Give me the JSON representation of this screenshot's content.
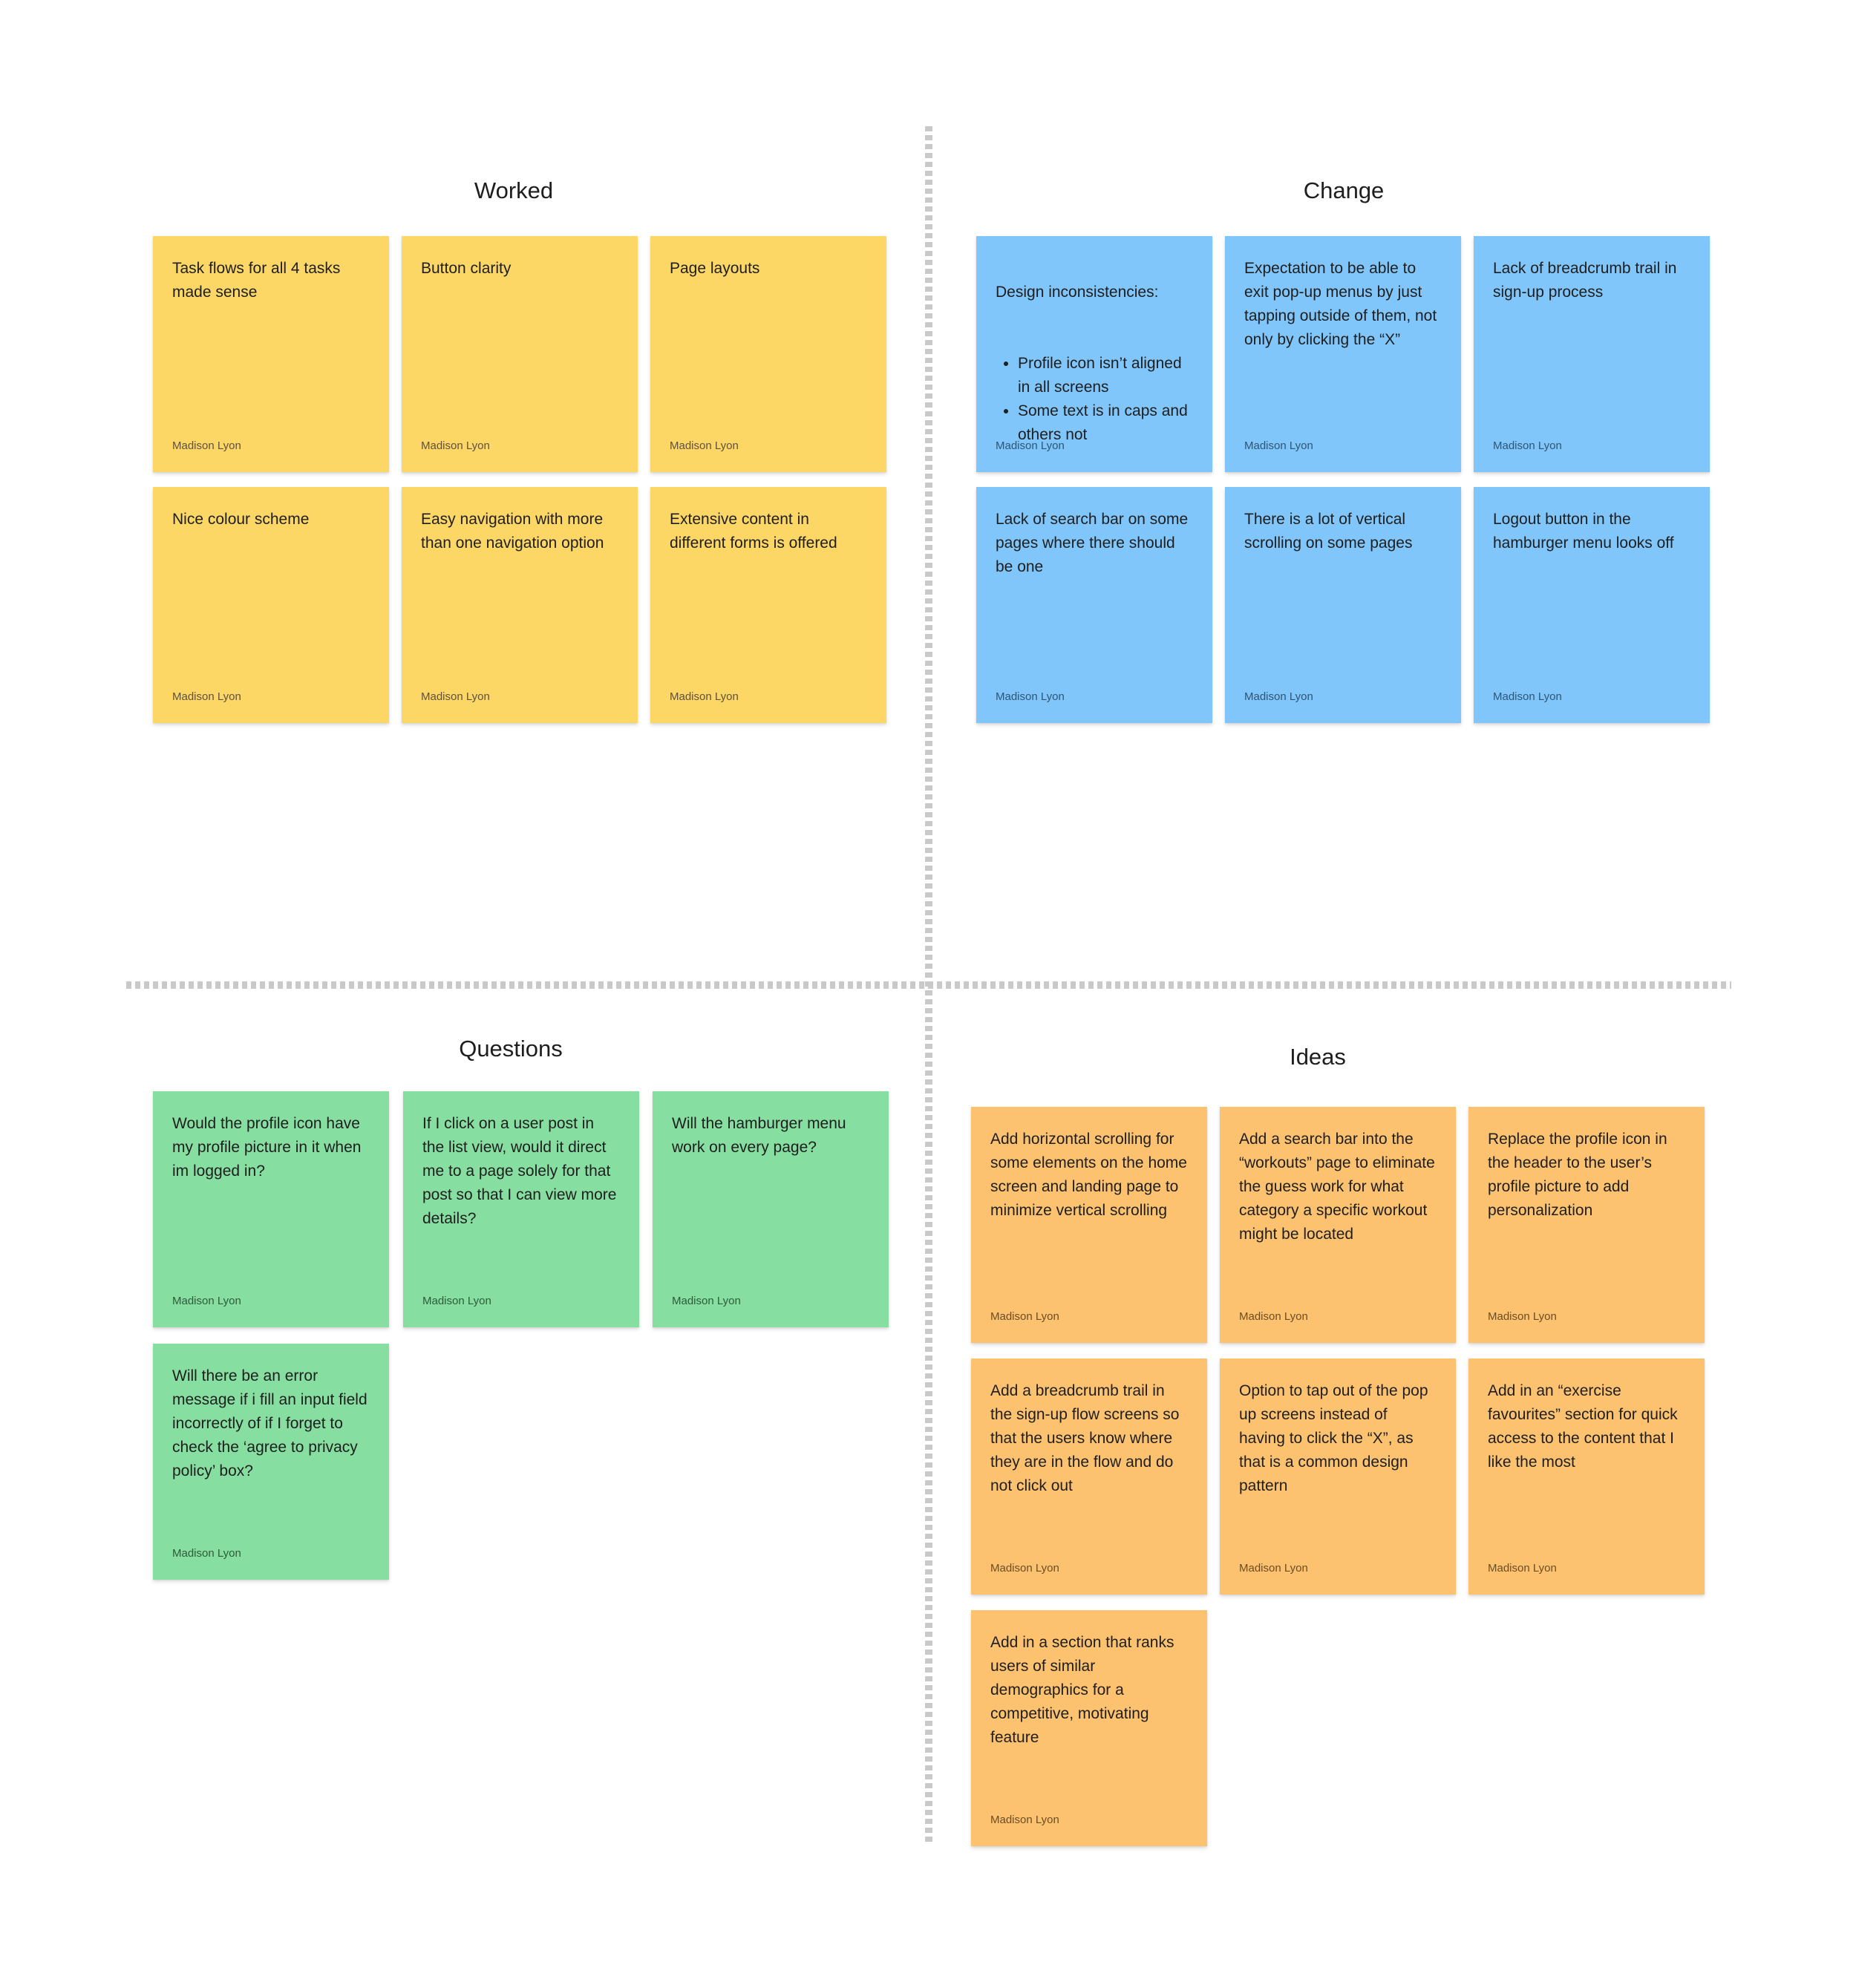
{
  "sections": {
    "worked": {
      "title": "Worked",
      "notes": [
        {
          "text": "Task flows for all 4 tasks made sense",
          "author": "Madison Lyon"
        },
        {
          "text": "Button clarity",
          "author": "Madison Lyon"
        },
        {
          "text": "Page layouts",
          "author": "Madison Lyon"
        },
        {
          "text": "Nice colour scheme",
          "author": "Madison Lyon"
        },
        {
          "text": "Easy navigation with more than one navigation option",
          "author": "Madison Lyon"
        },
        {
          "text": "Extensive content in different forms is offered",
          "author": "Madison Lyon"
        }
      ]
    },
    "change": {
      "title": "Change",
      "notes": [
        {
          "text": "Design inconsistencies:",
          "bullets": [
            "Profile icon isn’t aligned in all screens",
            "Some text is in caps and others not"
          ],
          "author": "Madison Lyon"
        },
        {
          "text": "Expectation to be able to exit pop-up menus by just tapping outside of them, not only by clicking the “X”",
          "author": "Madison Lyon"
        },
        {
          "text": "Lack of breadcrumb trail in sign-up process",
          "author": "Madison Lyon"
        },
        {
          "text": "Lack of search bar on some pages where there should be one",
          "author": "Madison Lyon"
        },
        {
          "text": "There is a lot of vertical scrolling on some pages",
          "author": "Madison Lyon"
        },
        {
          "text": "Logout button in the hamburger menu looks off",
          "author": "Madison Lyon"
        }
      ]
    },
    "questions": {
      "title": "Questions",
      "notes": [
        {
          "text": "Would the profile icon have my profile picture in it when im logged in?",
          "author": "Madison Lyon"
        },
        {
          "text": "If I click on a user post in the list view, would it direct me to a page solely for that post so that I can view more details?",
          "author": "Madison Lyon"
        },
        {
          "text": "Will the hamburger menu work on every page?",
          "author": "Madison Lyon"
        },
        {
          "text": "Will there be an error message if i fill an input field incorrectly of if I forget to check the ‘agree to privacy policy’ box?",
          "author": "Madison Lyon"
        }
      ]
    },
    "ideas": {
      "title": "Ideas",
      "notes": [
        {
          "text": "Add horizontal scrolling for some elements on the home screen and landing page to minimize vertical scrolling",
          "author": "Madison Lyon"
        },
        {
          "text": "Add a search bar into the “workouts” page to eliminate the guess work for what category a specific workout might be located",
          "author": "Madison Lyon"
        },
        {
          "text": "Replace the profile icon in the header to the user’s profile picture to add personalization",
          "author": "Madison Lyon"
        },
        {
          "text": "Add a breadcrumb trail in the sign-up flow screens so that the users know where they are in the flow and do not click out",
          "author": "Madison Lyon"
        },
        {
          "text": "Option to tap out of the pop up screens instead of having to click the “X”, as that is a common design pattern",
          "author": "Madison Lyon"
        },
        {
          "text": "Add in an “exercise favourites” section for quick access to the content that I like the most",
          "author": "Madison Lyon"
        },
        {
          "text": "Add in a section that ranks users of similar demographics for a competitive, motivating feature",
          "author": "Madison Lyon"
        }
      ]
    }
  },
  "colors": {
    "worked": "#fcd766",
    "change": "#80c6fb",
    "questions": "#86dfa1",
    "ideas": "#fdc26f"
  }
}
